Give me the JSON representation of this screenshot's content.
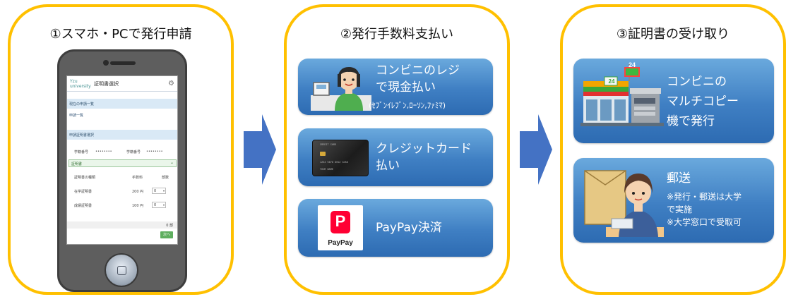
{
  "step1": {
    "title": "①スマホ・PCで発行申請",
    "phone_screen": {
      "logo": "Yzu university",
      "title": "証明書選択",
      "section1": "現在の申請一覧",
      "link1": "申請一覧",
      "section2": "申請証明書選択",
      "student_no_label": "学籍番号",
      "student_no_mask": "••••••••",
      "student_no_label2": "学籍番号",
      "student_no_mask2": "••••••••",
      "dropdown": "証明書",
      "table_headers": [
        "証明書の種類",
        "手数料",
        "部数"
      ],
      "rows": [
        {
          "name": "在学証明書",
          "fee": "200 円",
          "qty": "0"
        },
        {
          "name": "成績証明書",
          "fee": "100 円",
          "qty": "0"
        }
      ],
      "total": "0 部",
      "next_button": "次へ"
    }
  },
  "step2": {
    "title": "②発行手数料支払い",
    "cash": {
      "line1": "コンビニのレジ",
      "line2": "で現金払い",
      "note": "(ｾﾌﾞﾝｲﾚﾌﾞﾝ,ﾛｰｿﾝ,ﾌｧﾐﾏ)"
    },
    "credit": {
      "line1": "クレジットカード",
      "line2": "払い",
      "card_brand": "CREDIT CARD",
      "card_number": "1234 5678 9012 3456",
      "card_name": "YOUR NAME"
    },
    "paypay": {
      "label": "PayPay決済",
      "logo_text": "PayPay",
      "logo_mark": "P"
    }
  },
  "step3": {
    "title": "③証明書の受け取り",
    "copy": {
      "line1": "コンビニの",
      "line2": "マルチコピー",
      "line3": "機で発行",
      "store_sign": "24"
    },
    "mail": {
      "title": "郵送",
      "note1": "※発行・郵送は大学",
      "note2": "で実施",
      "note3": "※大学窓口で受取可"
    }
  },
  "colors": {
    "panel_border": "#ffc000",
    "arrow": "#4472c4",
    "card": "#3f7fc3"
  }
}
